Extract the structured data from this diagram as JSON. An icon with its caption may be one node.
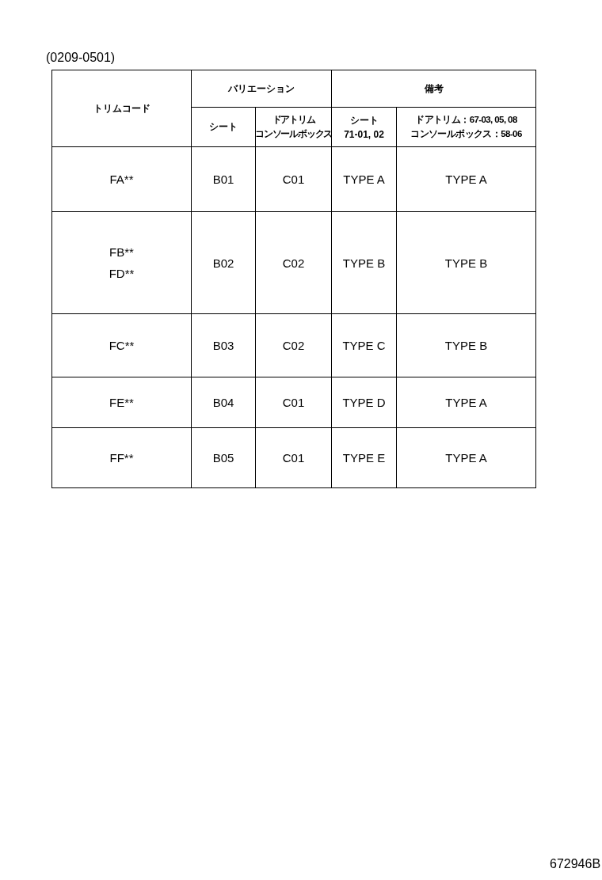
{
  "diagram": {
    "labels": [
      "(0209-0501)",
      "トリムコード",
      "バリエーション",
      "備考",
      "シート",
      "ドアトリムコンソールボックス",
      "シート71-01, 02",
      "ドアトリム：67-03, 05, 08コンソールボックス：58-06",
      "FA**",
      "B01",
      "C01",
      "TYPE A",
      "TYPE A",
      "FB**",
      "FD**",
      "B02",
      "C02",
      "TYPE B",
      "TYPE B",
      "FC**",
      "B03",
      "C02",
      "TYPE C",
      "TYPE B",
      "FE**",
      "B04",
      "C01",
      "TYPE D",
      "TYPE A",
      "FF**",
      "B05",
      "C01",
      "TYPE E",
      "TYPE A",
      "672946B"
    ]
  }
}
